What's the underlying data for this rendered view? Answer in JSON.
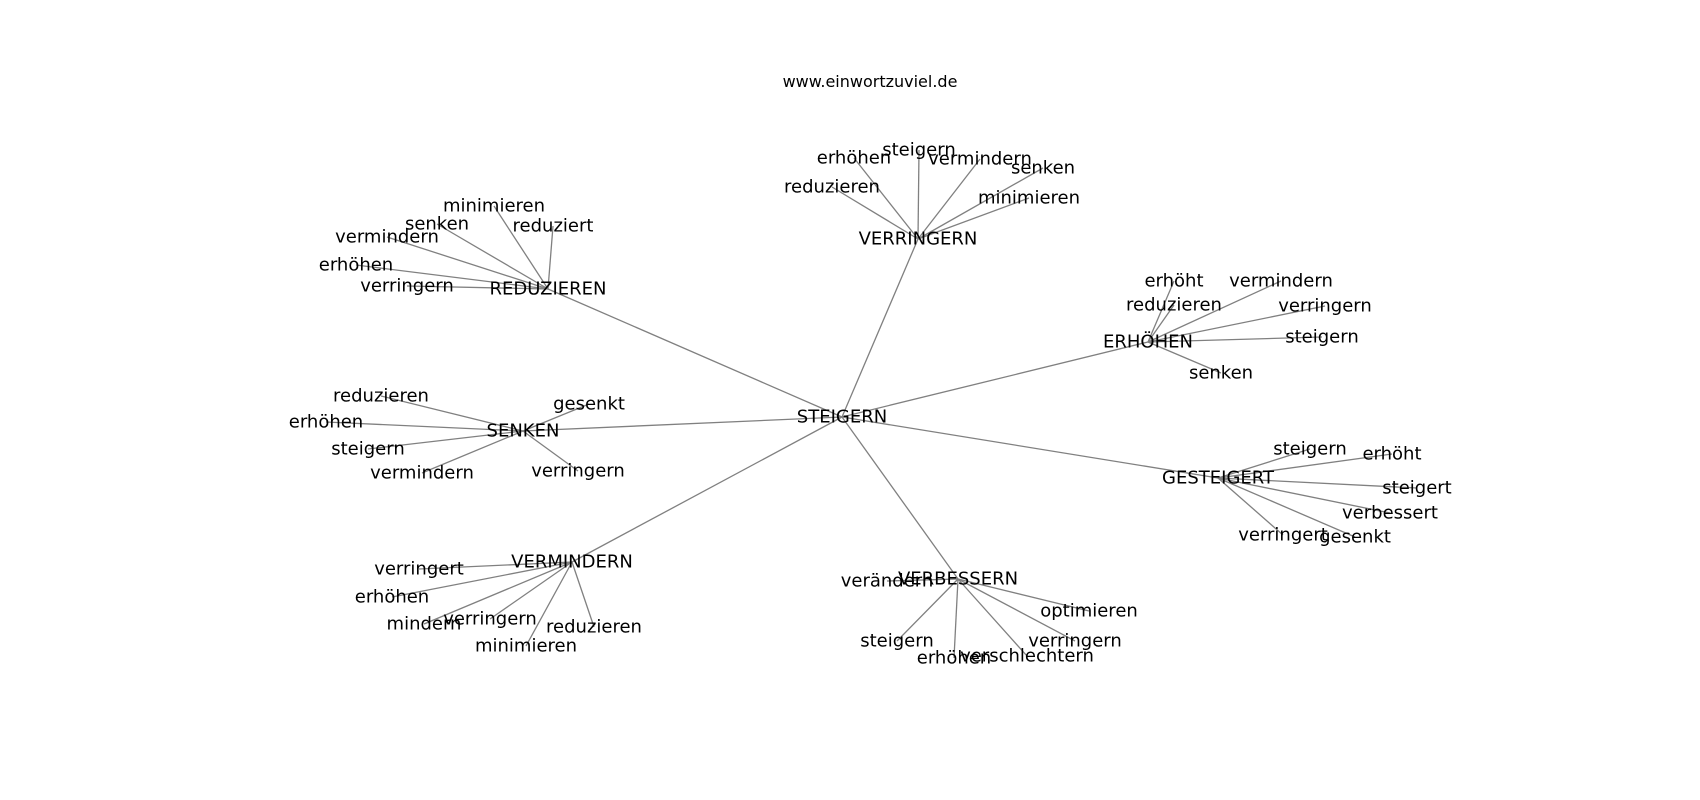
{
  "source": "www.einwortzuviel.de",
  "graph": {
    "center": "STEIGERN",
    "clusters": [
      {
        "hub": "VERRINGERN",
        "leaves": [
          "erhöhen",
          "steigern",
          "vermindern",
          "senken",
          "reduzieren",
          "minimieren"
        ]
      },
      {
        "hub": "REDUZIEREN",
        "leaves": [
          "minimieren",
          "senken",
          "reduziert",
          "vermindern",
          "erhöhen",
          "verringern"
        ]
      },
      {
        "hub": "ERHÖHEN",
        "leaves": [
          "erhöht",
          "vermindern",
          "reduzieren",
          "verringern",
          "steigern",
          "senken"
        ]
      },
      {
        "hub": "SENKEN",
        "leaves": [
          "reduzieren",
          "gesenkt",
          "erhöhen",
          "steigern",
          "vermindern",
          "verringern"
        ]
      },
      {
        "hub": "GESTEIGERT",
        "leaves": [
          "steigern",
          "erhöht",
          "steigert",
          "verbessert",
          "verringert",
          "gesenkt"
        ]
      },
      {
        "hub": "VERMINDERN",
        "leaves": [
          "verringert",
          "erhöhen",
          "mindern",
          "verringern",
          "reduzieren",
          "minimieren"
        ]
      },
      {
        "hub": "VERBESSERN",
        "leaves": [
          "verändern",
          "optimieren",
          "steigern",
          "verringern",
          "erhöhen",
          "verschlechtern"
        ]
      }
    ]
  }
}
